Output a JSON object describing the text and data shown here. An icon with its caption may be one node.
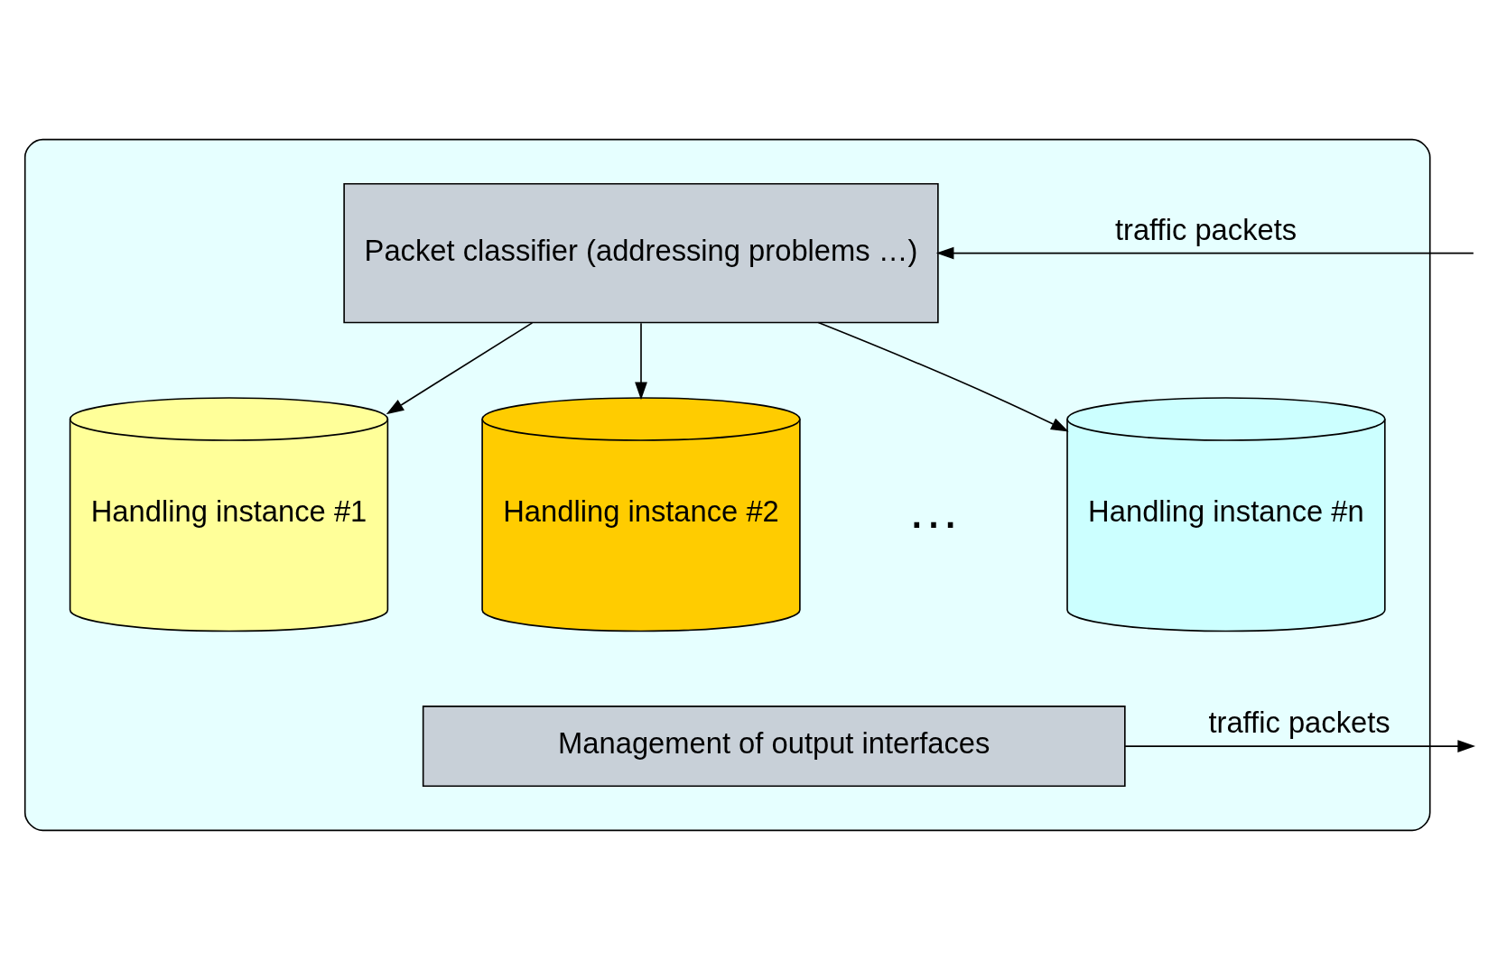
{
  "diagram": {
    "nodes": [
      {
        "text": [],
        "shape": "cylinder"
      },
      {
        "text": [
          "Packet classifier (addressing problems …)"
        ],
        "in": 0
      },
      {
        "text": [
          "Handling instance #1"
        ],
        "in": 0
      },
      {
        "text": [
          "Handling instance #2"
        ],
        "in": 0
      },
      {
        "text": [
          "Handling instance #n"
        ],
        "in": 0
      },
      {
        "text": [
          "Management of output interfaces"
        ],
        "in": 0
      }
    ],
    "edges": [
      {
        "from": null,
        "to": 1,
        "arrow": "to",
        "label": "traffic packets"
      },
      {
        "from": 1,
        "to": 2,
        "arrow": "to"
      },
      {
        "from": 1,
        "to": 3,
        "arrow": "to"
      },
      {
        "from": 1,
        "to": 4,
        "arrow": "to"
      },
      {
        "from": 5,
        "to": null,
        "arrow": "to",
        "label": "traffic packets"
      }
    ],
    "labels": [
      "…"
    ]
  }
}
